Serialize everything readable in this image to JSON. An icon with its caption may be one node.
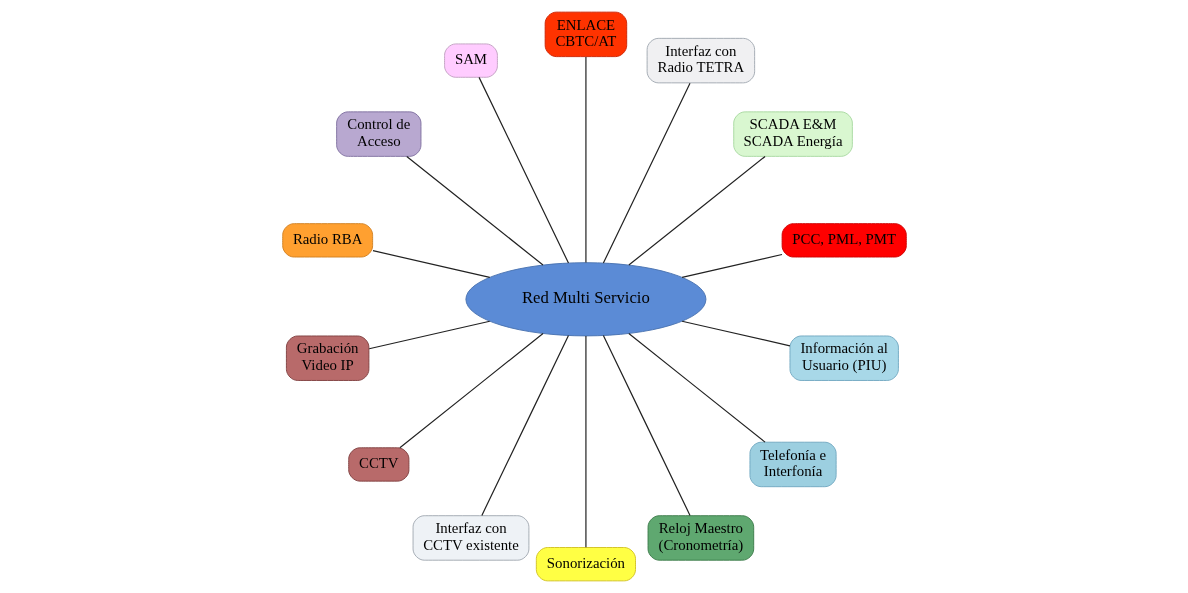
{
  "diagram": {
    "nodes": [
      {
        "text": [
          "Red Multi Servicio"
        ]
      },
      {
        "text": [
          "PCC, PML, PMT"
        ]
      },
      {
        "text": [
          "SCADA E&M SCADA Energía"
        ]
      },
      {
        "text": [
          "Interfaz con Radio TETRA"
        ]
      },
      {
        "text": [
          "ENLACE CBTC/AT"
        ]
      },
      {
        "text": [
          "SAM"
        ]
      },
      {
        "text": [
          "Control de Acceso"
        ]
      },
      {
        "text": [
          "Radio RBA"
        ]
      },
      {
        "text": [
          "Grabación Video IP"
        ]
      },
      {
        "text": [
          "CCTV"
        ]
      },
      {
        "text": [
          "Interfaz con CCTV existente"
        ]
      },
      {
        "text": [
          "Sonorización"
        ]
      },
      {
        "text": [
          "Reloj Maestro (Cronometría)"
        ]
      },
      {
        "text": [
          "Telefonía e Interfonía"
        ]
      },
      {
        "text": [
          "Información al Usuario (PIU)"
        ]
      }
    ],
    "edges": [
      {
        "from": 0,
        "to": 1,
        "arrow": "none"
      },
      {
        "from": 0,
        "to": 2,
        "arrow": "none"
      },
      {
        "from": 0,
        "to": 3,
        "arrow": "none"
      },
      {
        "from": 0,
        "to": 4,
        "arrow": "none"
      },
      {
        "from": 0,
        "to": 5,
        "arrow": "none"
      },
      {
        "from": 0,
        "to": 6,
        "arrow": "none"
      },
      {
        "from": 0,
        "to": 7,
        "arrow": "none"
      },
      {
        "from": 0,
        "to": 8,
        "arrow": "none"
      },
      {
        "from": 0,
        "to": 9,
        "arrow": "none"
      },
      {
        "from": 0,
        "to": 10,
        "arrow": "none"
      },
      {
        "from": 0,
        "to": 11,
        "arrow": "none"
      },
      {
        "from": 0,
        "to": 12,
        "arrow": "none"
      },
      {
        "from": 0,
        "to": 13,
        "arrow": "none"
      },
      {
        "from": 0,
        "to": 14,
        "arrow": "none"
      }
    ]
  }
}
